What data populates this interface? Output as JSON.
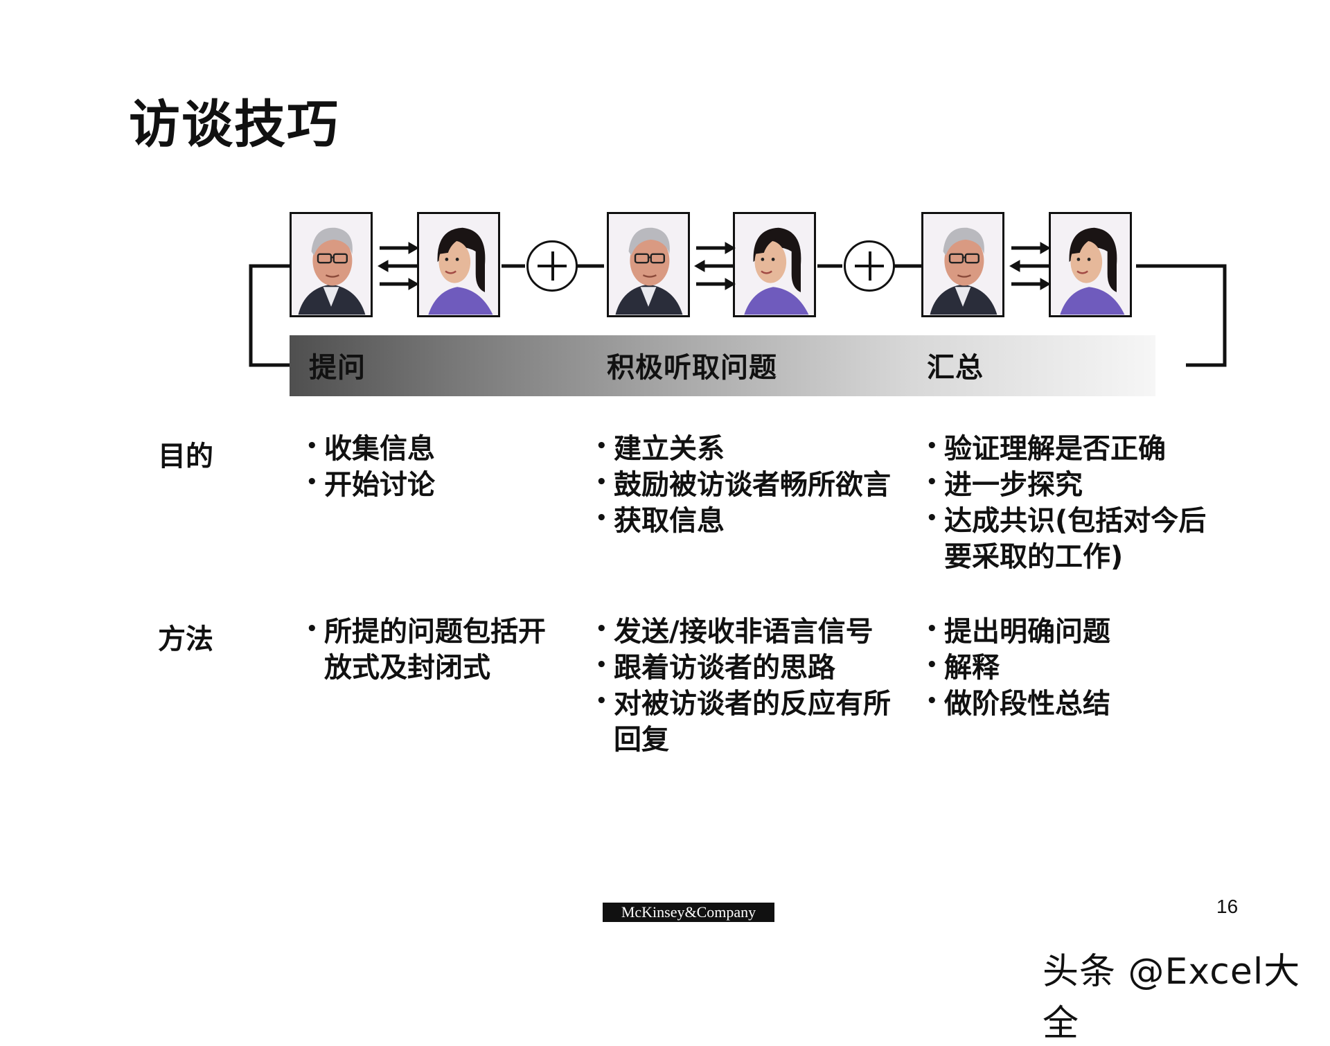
{
  "title": "访谈技巧",
  "stages": [
    "提问",
    "积极听取问题",
    "汇总"
  ],
  "row_labels": {
    "purpose": "目的",
    "method": "方法"
  },
  "purpose": [
    [
      "收集信息",
      "开始讨论"
    ],
    [
      "建立关系",
      "鼓励被访谈者畅所欲言",
      "获取信息"
    ],
    [
      "验证理解是否正确",
      "进一步探究",
      "达成共识(包括对今后要采取的工作)"
    ]
  ],
  "method": [
    [
      "所提的问题包括开放式及封闭式"
    ],
    [
      "发送/接收非语言信号",
      "跟着访谈者的思路",
      "对被访谈者的反应有所回复"
    ],
    [
      "提出明确问题",
      "解释",
      "做阶段性总结"
    ]
  ],
  "logo_text": "McKinsey&Company",
  "page_number": "16",
  "watermark": "头条 @Excel大全",
  "photos": [
    "interviewer-photo",
    "interviewee-photo"
  ],
  "icons": [
    "exchange-arrows-icon",
    "plus-circle-icon"
  ]
}
